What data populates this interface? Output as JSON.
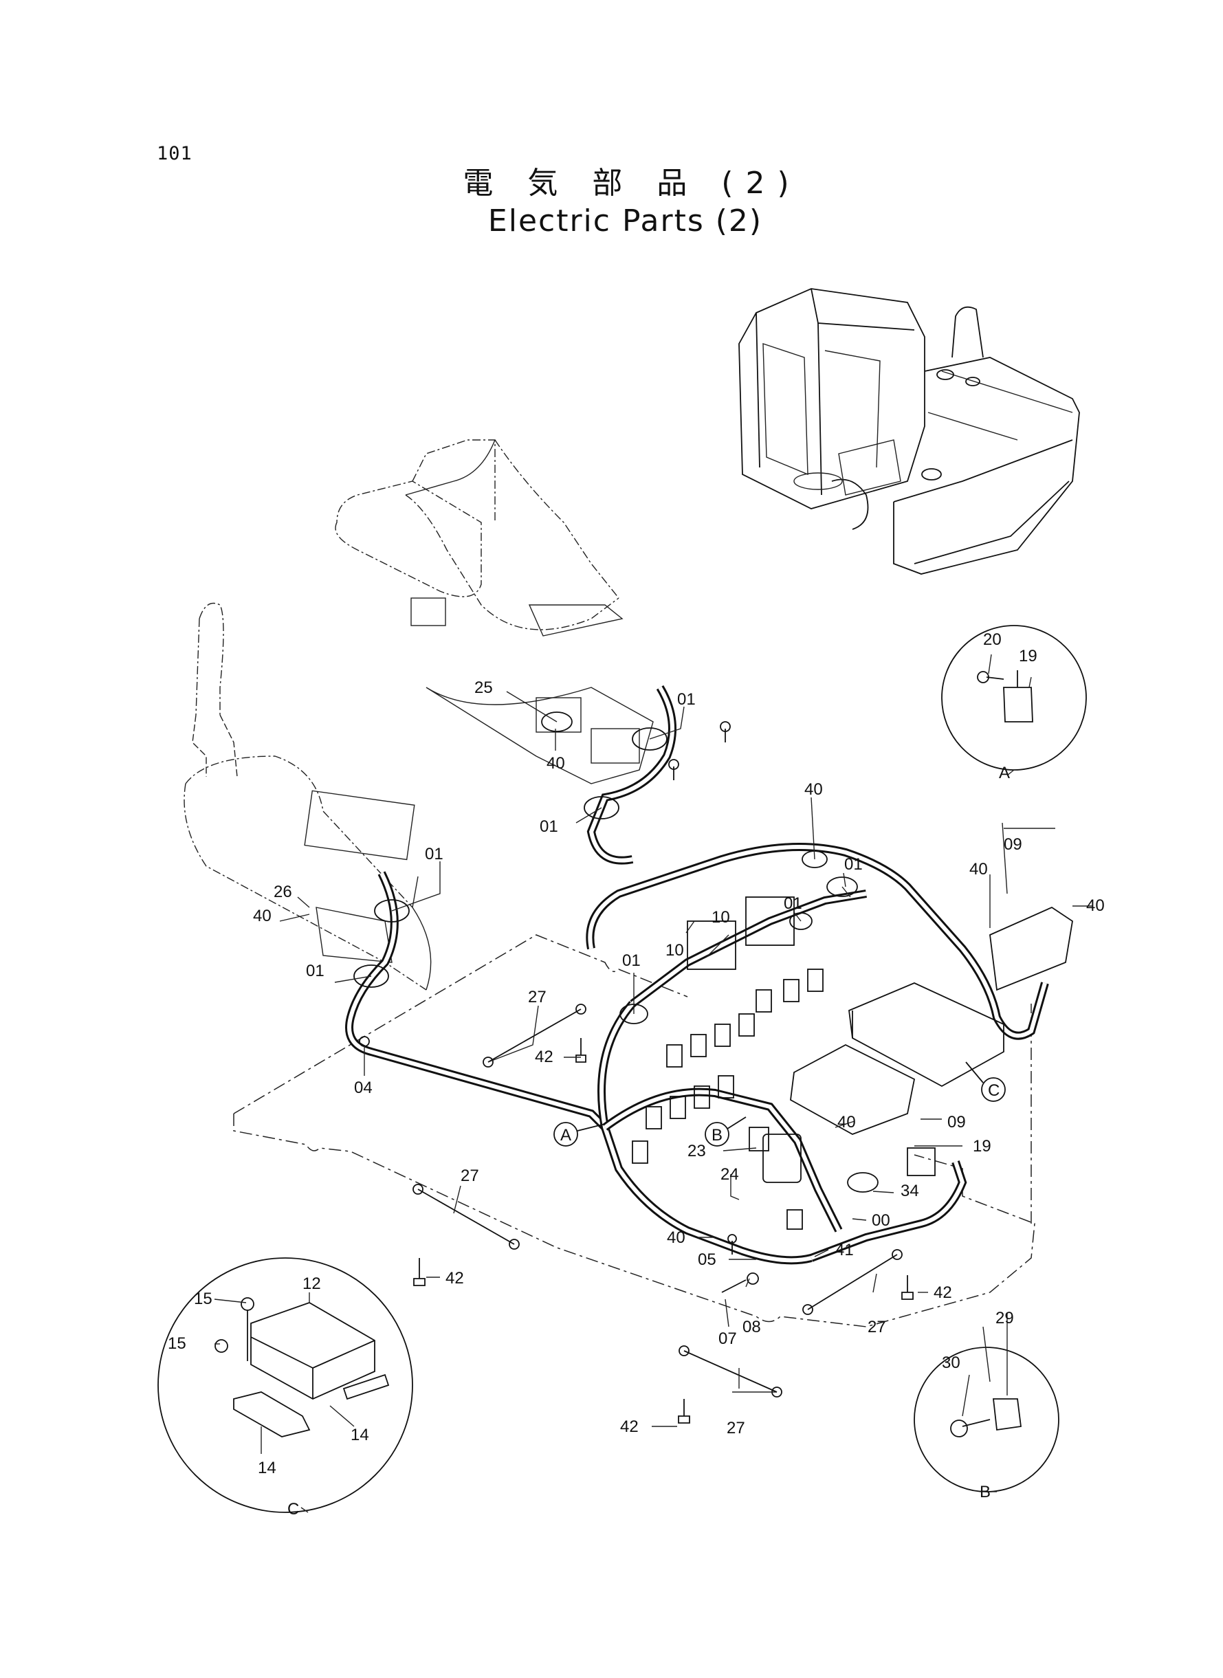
{
  "page_number": "101",
  "title_jp": "電 気 部 品 (2)",
  "title_en": "Electric Parts (2)",
  "callouts": {
    "c00": "00",
    "c01": "01",
    "c04": "04",
    "c05": "05",
    "c07": "07",
    "c08": "08",
    "c09": "09",
    "c10": "10",
    "c12": "12",
    "c14": "14",
    "c15": "15",
    "c19": "19",
    "c20": "20",
    "c23": "23",
    "c24": "24",
    "c25": "25",
    "c26": "26",
    "c27": "27",
    "c29": "29",
    "c30": "30",
    "c34": "34",
    "c40": "40",
    "c41": "41",
    "c42": "42"
  },
  "detail_markers": {
    "a": "A",
    "b": "B",
    "c": "C"
  }
}
